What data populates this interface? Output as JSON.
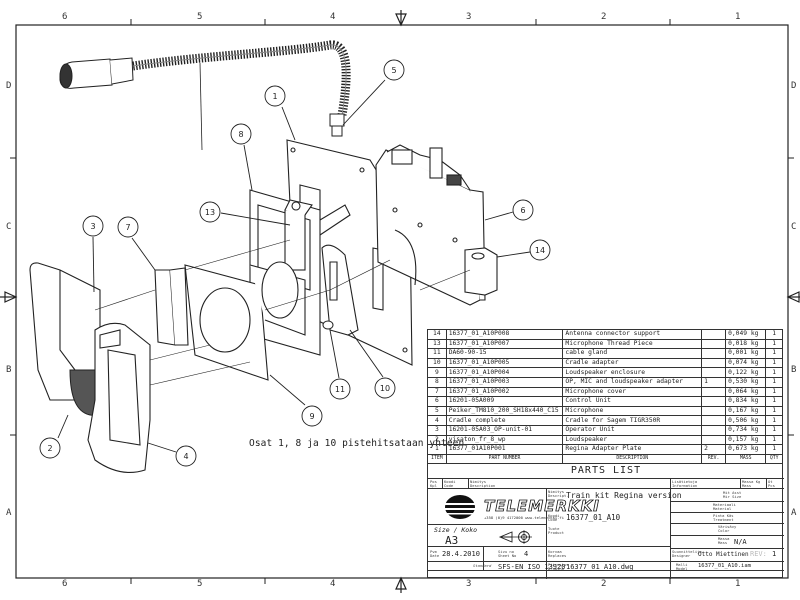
{
  "sheet": {
    "column_zones": [
      "6",
      "5",
      "4",
      "3",
      "2",
      "1"
    ],
    "row_zones": [
      "D",
      "C",
      "B",
      "A"
    ]
  },
  "note": "Osat 1, 8 ja 10 pistehitsataan yhteen",
  "balloons": [
    {
      "number": "1",
      "part": "Regina Adapter Plate"
    },
    {
      "number": "2",
      "part": "Loudspeaker"
    },
    {
      "number": "3",
      "part": "Operator Unit"
    },
    {
      "number": "4",
      "part": "Cradle for Sagem TIGR350R"
    },
    {
      "number": "5",
      "part": "Microphone"
    },
    {
      "number": "6",
      "part": "Control Unit"
    },
    {
      "number": "7",
      "part": "Microphone cover"
    },
    {
      "number": "8",
      "part": "OP, MIC and loudspeaker adapter"
    },
    {
      "number": "9",
      "part": "Loudspeaker enclosure"
    },
    {
      "number": "10",
      "part": "Cradle adapter"
    },
    {
      "number": "11",
      "part": "cable gland"
    },
    {
      "number": "13",
      "part": "Microphone Thread Piece"
    },
    {
      "number": "14",
      "part": "Antenna connector support"
    }
  ],
  "parts_list": {
    "title": "PARTS LIST",
    "headers": {
      "item": "ITEM",
      "part_number": "PART NUMBER",
      "description": "DESCRIPTION",
      "rev": "REV.",
      "mass": "MASS",
      "qty": "QTY"
    },
    "rows": [
      {
        "item": "14",
        "part_number": "16377_01_A10P008",
        "description": "Antenna connector support",
        "rev": "",
        "mass": "0,049 kg",
        "qty": "1"
      },
      {
        "item": "13",
        "part_number": "16377_01_A10P007",
        "description": "Microphone Thread Piece",
        "rev": "",
        "mass": "0,018 kg",
        "qty": "1"
      },
      {
        "item": "11",
        "part_number": "DA60-90-15",
        "description": "cable gland",
        "rev": "",
        "mass": "0,001 kg",
        "qty": "1"
      },
      {
        "item": "10",
        "part_number": "16377_01_A10P005",
        "description": "Cradle adapter",
        "rev": "",
        "mass": "0,074 kg",
        "qty": "1"
      },
      {
        "item": "9",
        "part_number": "16377_01_A10P004",
        "description": "Loudspeaker enclosure",
        "rev": "",
        "mass": "0,122 kg",
        "qty": "1"
      },
      {
        "item": "8",
        "part_number": "16377_01_A10P003",
        "description": "OP, MIC and loudspeaker adapter",
        "rev": "1",
        "mass": "0,530 kg",
        "qty": "1"
      },
      {
        "item": "7",
        "part_number": "16377_01_A10P002",
        "description": "Microphone cover",
        "rev": "",
        "mass": "0,064 kg",
        "qty": "1"
      },
      {
        "item": "6",
        "part_number": "16201-05A009",
        "description": "Control Unit",
        "rev": "",
        "mass": "0,834 kg",
        "qty": "1"
      },
      {
        "item": "5",
        "part_number": "Peiker_TM810_200_SH18x440_C15",
        "description": "Microphone",
        "rev": "",
        "mass": "0,167 kg",
        "qty": "1"
      },
      {
        "item": "4",
        "part_number": "Cradle complete",
        "description": "Cradle for Sagem TIGR350R",
        "rev": "",
        "mass": "0,506 kg",
        "qty": "1"
      },
      {
        "item": "3",
        "part_number": "16201-05A03_OP-unit-01",
        "description": "Operator Unit",
        "rev": "",
        "mass": "0,734 kg",
        "qty": "1"
      },
      {
        "item": "2",
        "part_number": "visaton_fr_8_wp",
        "description": "Loudspeaker",
        "rev": "",
        "mass": "0,157 kg",
        "qty": "1"
      },
      {
        "item": "1",
        "part_number": "16377_01A10P001",
        "description": "Regina Adapter Plate",
        "rev": "2",
        "mass": "0,673 kg",
        "qty": "1"
      }
    ]
  },
  "title_block": {
    "column_labels": {
      "pos": "Pos\nKpl",
      "code": "Koodi\nCode",
      "desc": "Nimitys\nDescription",
      "info": "Lisätietoja\nInformation",
      "mass": "Massa  Kg\nMass",
      "qty": "Ot\nPcs"
    },
    "company": "TELEMERKKI",
    "company_contact": "+358 (0)9 4172000 www.telemerkki.fi",
    "description_label": "Nimitys\nDescript.",
    "description": "Train kit Regina version",
    "code_label": "Koodi\nCode",
    "code": "16377_01_A10",
    "product_label": "Tuote\nProduct",
    "product": "",
    "size_label": "Size / Koko",
    "size": "A3",
    "projection_symbol": "first-angle-projection-icon",
    "date_label": "Pvm\nDate",
    "date": "28.4.2010",
    "sheet_label": "Sivu no\nSheet No",
    "sheet_no": "4",
    "replaces_label": "Korvaa\nReplaces",
    "replaces": "",
    "standard_label": "Standard",
    "standard": "SFS-EN ISO 13920",
    "drawing_label": "Piirustus\nDrawing",
    "drawing": "16377_01_A10.dwg",
    "scale_label": "Mit Asst\nMir Size",
    "material_label": "Materiaali\nMaterial",
    "treatment_label": "Pinta Käs\nTreatment",
    "color_label": "Värisävy\nColor",
    "mass_label": "Massa\nMass",
    "mass": "N/A",
    "designer_label": "Suunnittelija\nDesigner",
    "designer": "Otto Miettinen",
    "rev_label": "REV:",
    "rev": "1",
    "model_label": "Malli\nModel",
    "model": "16377_01_A10.iam"
  }
}
